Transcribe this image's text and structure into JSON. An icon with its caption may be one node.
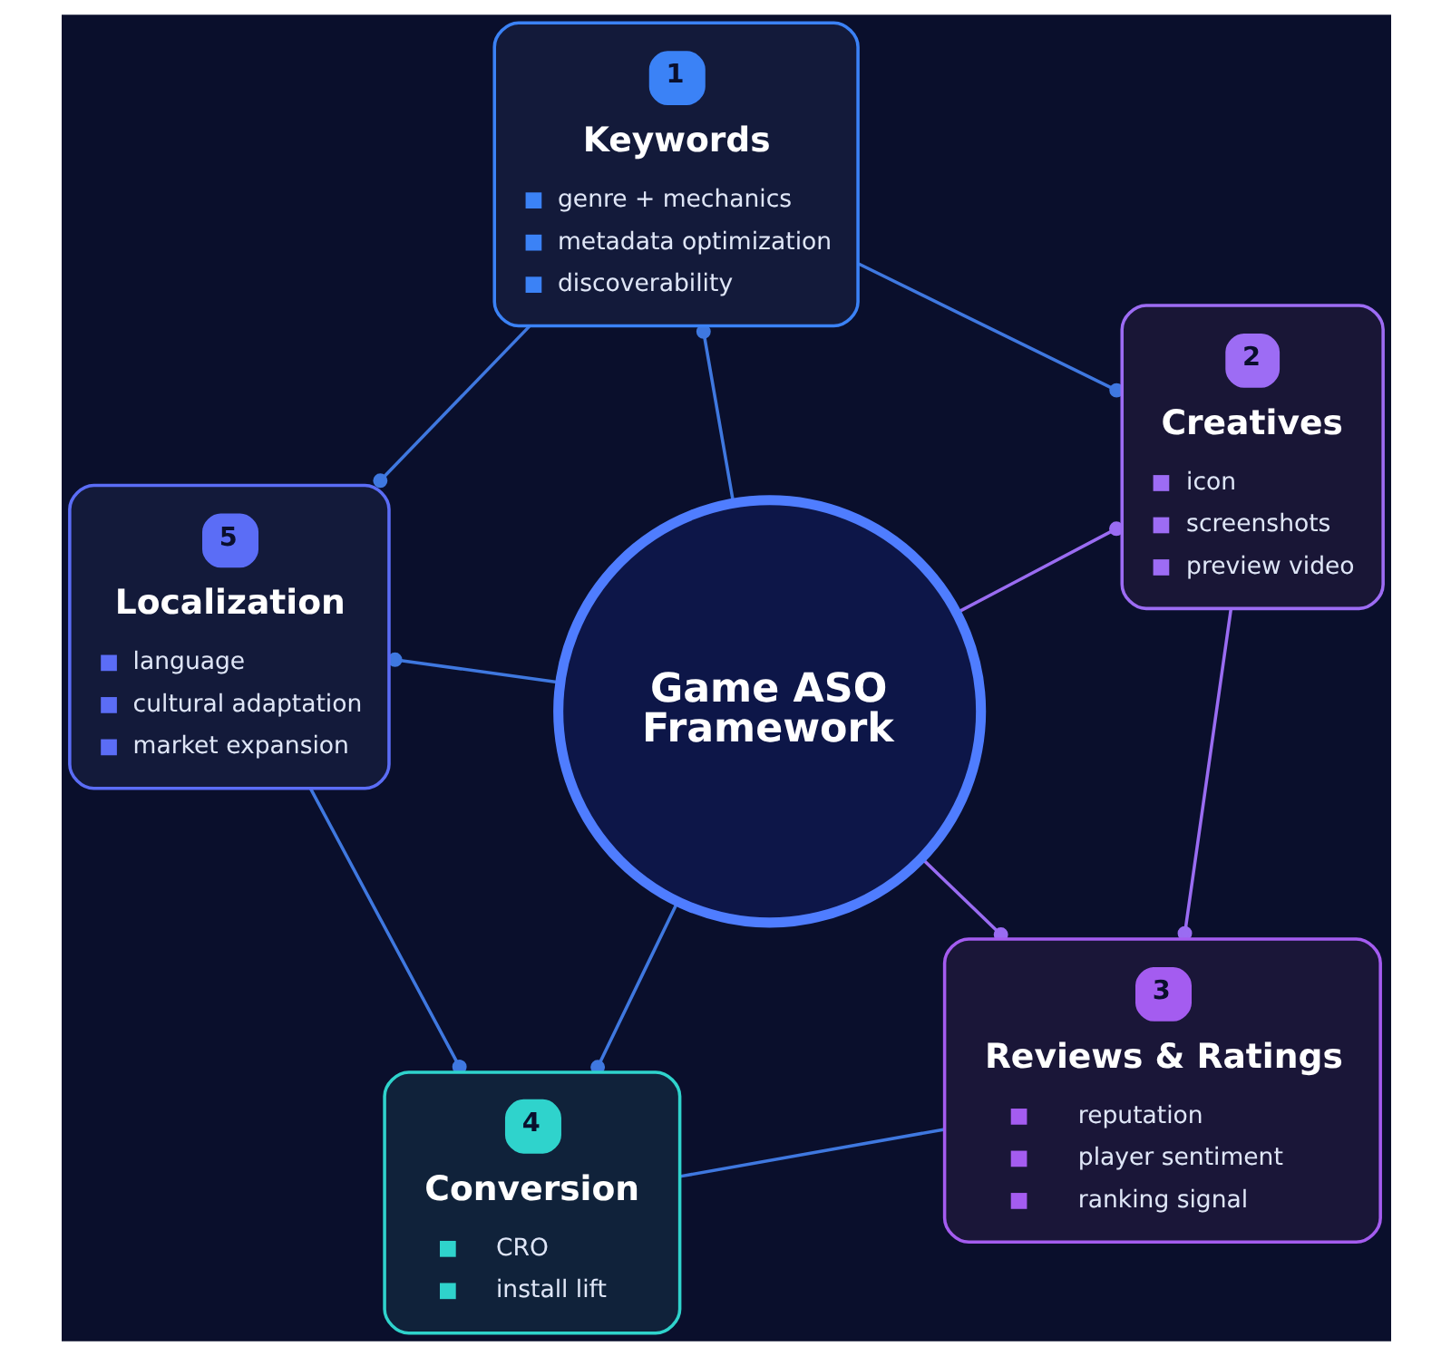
{
  "diagram": {
    "nodes": [
      {
        "text": [
          "1",
          "Keywords",
          "genre + mechanics",
          "metadata optimization",
          "discoverability"
        ]
      },
      {
        "text": [
          "5",
          "Localization",
          "language",
          "cultural adaptation",
          "market expansion"
        ]
      },
      {
        "text": [
          "Game ASO Framework"
        ]
      },
      {
        "text": [
          "2",
          "Creatives",
          "icon",
          "screenshots",
          "preview video"
        ]
      },
      {
        "text": [
          "4",
          "Conversion",
          "CRO",
          "install lift"
        ]
      },
      {
        "text": [
          "3",
          "Reviews & Ratings",
          "reputation",
          "player sentiment",
          "ranking signal"
        ]
      }
    ],
    "edges": [
      {
        "from": 2,
        "to": 0,
        "arrow": "other"
      },
      {
        "from": 0,
        "to": 1,
        "arrow": "other"
      },
      {
        "from": 0,
        "to": 3,
        "arrow": "other"
      },
      {
        "from": 2,
        "to": 1,
        "arrow": "other"
      },
      {
        "from": 2,
        "to": 3,
        "arrow": "other",
        "color": "#9a6cf2"
      },
      {
        "from": 1,
        "to": 4,
        "arrow": "other"
      },
      {
        "from": 2,
        "to": 4,
        "arrow": "other"
      },
      {
        "from": 2,
        "to": 5,
        "arrow": "other",
        "color": "#9a6cf2"
      },
      {
        "from": 3,
        "to": 5,
        "arrow": "other",
        "color": "#9a6cf2"
      },
      {
        "from": 4,
        "to": 5,
        "arrow": "none"
      }
    ]
  }
}
